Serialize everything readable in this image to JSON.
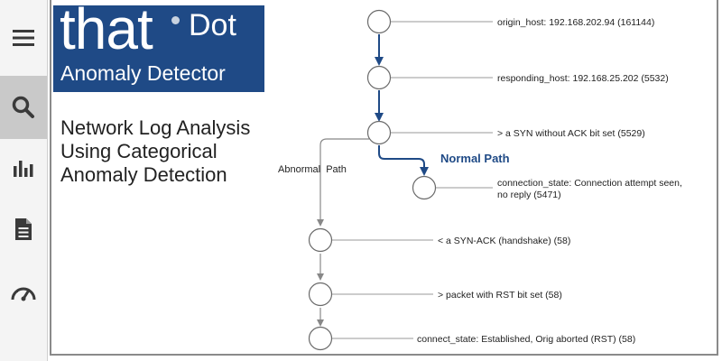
{
  "brand": {
    "word": "that",
    "mark": "Dot",
    "product": "Anomaly Detector",
    "background_color": "#1f4a86"
  },
  "toolbar": {
    "items": [
      {
        "icon": "menu-icon",
        "active": false
      },
      {
        "icon": "search-icon",
        "active": true
      },
      {
        "icon": "bar-chart-icon",
        "active": false
      },
      {
        "icon": "document-icon",
        "active": false
      },
      {
        "icon": "gauge-icon",
        "active": false
      }
    ]
  },
  "description": {
    "line1": "Network Log Analysis",
    "line2": "Using Categorical",
    "line3": "Anomaly Detection"
  },
  "diagram": {
    "accent_color": "#1f4a86",
    "gray_color": "#888888",
    "normal_path_label": "Normal Path",
    "abnormal_path_label": "Abnormal  Path",
    "nodes": [
      {
        "label": "origin_host: 192.168.202.94 (161144)"
      },
      {
        "label": "responding_host: 192.168.25.202 (5532)"
      },
      {
        "label": "> a SYN without ACK bit set (5529)"
      },
      {
        "label": "connection_state: Connection attempt seen,",
        "label_line2": "no reply (5471)"
      },
      {
        "label": "< a SYN-ACK (handshake) (58)"
      },
      {
        "label": "> packet with RST bit set (58)"
      },
      {
        "label": "connect_state: Established, Orig aborted (RST) (58)"
      }
    ]
  }
}
